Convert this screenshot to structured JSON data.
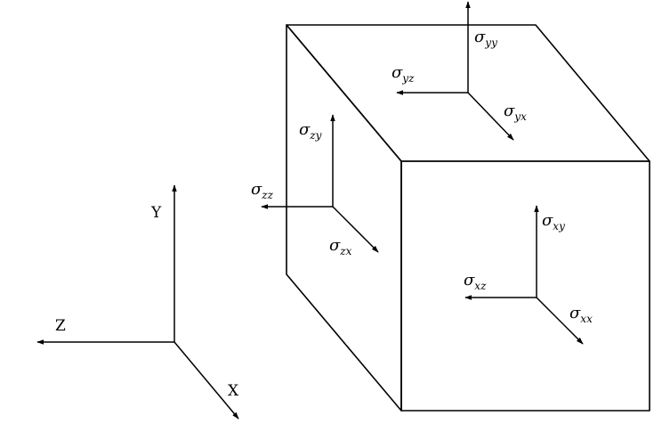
{
  "axes": {
    "y_label": "Y",
    "z_label": "Z",
    "x_label": "X"
  },
  "stress": {
    "sigma": "σ",
    "yy": "yy",
    "yz": "yz",
    "yx": "yx",
    "zy": "zy",
    "zz": "zz",
    "zx": "zx",
    "xy": "xy",
    "xz": "xz",
    "xx": "xx"
  },
  "colors": {
    "stroke": "#000000",
    "background": "#ffffff"
  }
}
